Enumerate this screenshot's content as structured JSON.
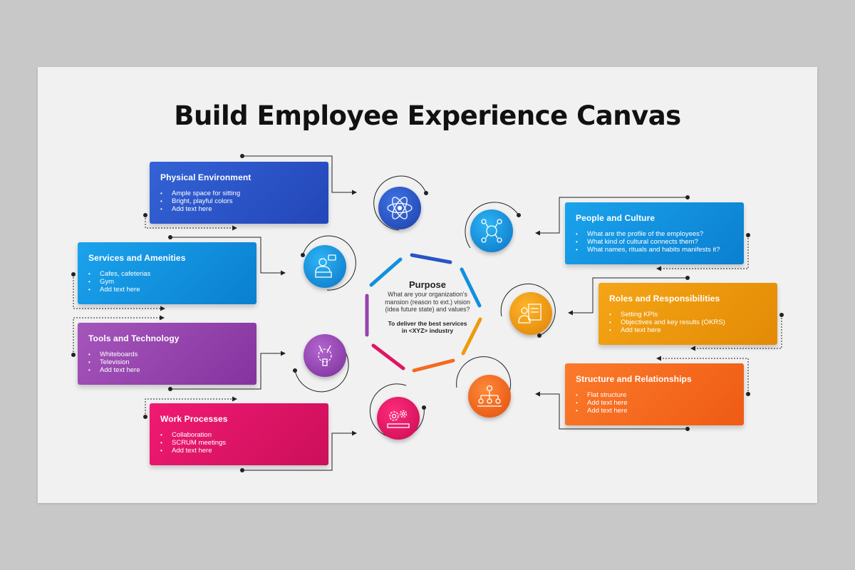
{
  "title": "Build Employee Experience Canvas",
  "purpose": {
    "title": "Purpose",
    "question": "What are your organization's mansion (reason to ext.) vision (idea future state) and values?",
    "statement": "To deliver the best services in <XYZ> industry"
  },
  "cards": [
    {
      "title": "Physical Environment",
      "items": [
        "Ample space for sitting",
        "Bright, playful colors",
        "Add text here"
      ],
      "color": "#2a53c8",
      "icon": "atom-icon"
    },
    {
      "title": "Services and Amenities",
      "items": [
        "Cafes, cafeterias",
        "Gym",
        "Add text here"
      ],
      "color": "#1190dd",
      "icon": "support-agent-icon"
    },
    {
      "title": "Tools and Technology",
      "items": [
        "Whiteboards",
        "Television",
        "Add text here"
      ],
      "color": "#9443ad",
      "icon": "tools-icon"
    },
    {
      "title": "Work Processes",
      "items": [
        "Collaboration",
        "SCRUM meetings",
        "Add text here"
      ],
      "color": "#e01566",
      "icon": "gears-icon"
    },
    {
      "title": "People and Culture",
      "items": [
        "What are the profile of the employees?",
        "What kind of cultural connects them?",
        "What names, rituals and habits manifests it?"
      ],
      "color": "#1190dd",
      "icon": "people-network-icon"
    },
    {
      "title": "Roles and Responsibilities",
      "items": [
        "Setting KPIs",
        "Objectives and key results (OKRS)",
        "Add text here"
      ],
      "color": "#ee9a0d",
      "icon": "employee-board-icon"
    },
    {
      "title": "Structure and Relationships",
      "items": [
        "Flat structure",
        "Add text here",
        "Add text here"
      ],
      "color": "#f56a1f",
      "icon": "org-structure-icon"
    }
  ]
}
